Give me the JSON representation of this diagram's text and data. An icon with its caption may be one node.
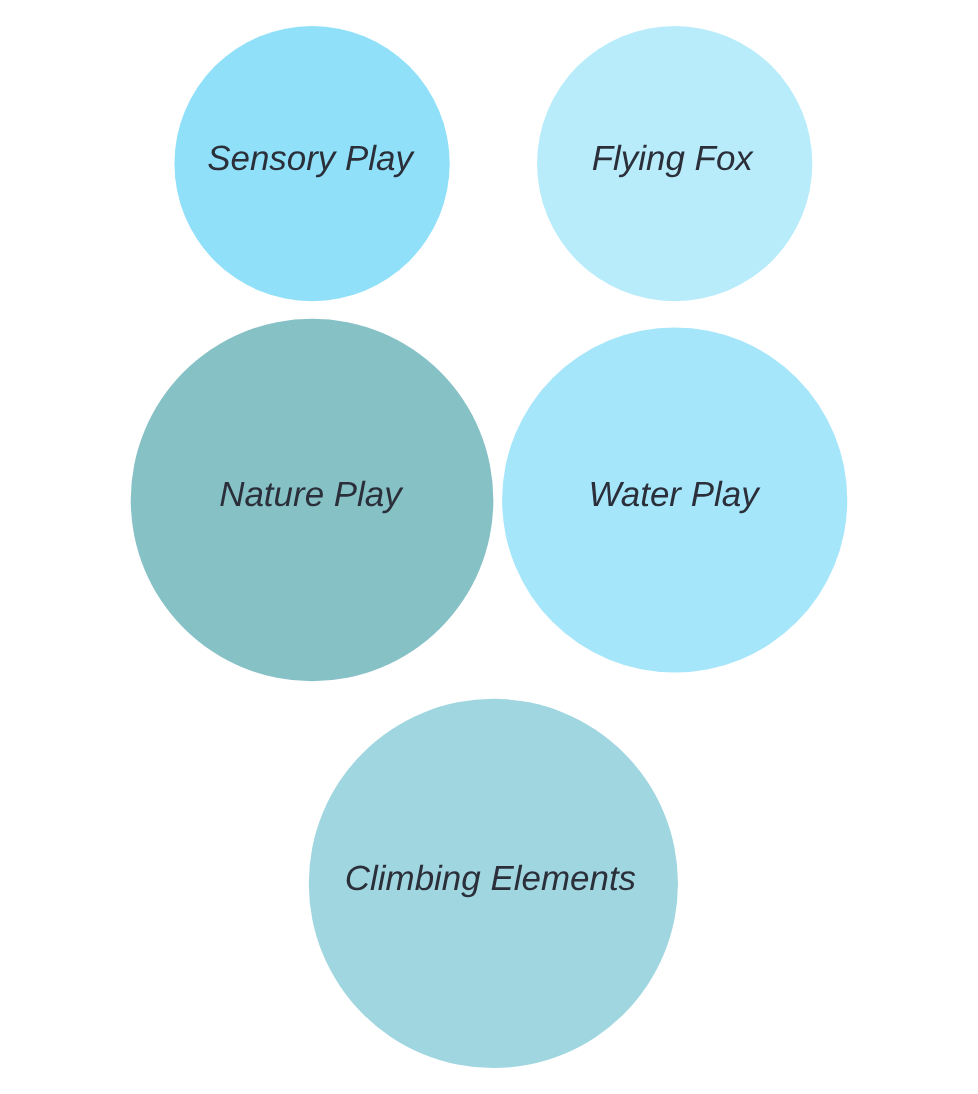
{
  "diagram": {
    "nodes": [
      {
        "text": [
          "Sensory Play"
        ]
      },
      {
        "text": [
          "Flying Fox"
        ]
      },
      {
        "text": [
          "Nature Play"
        ]
      },
      {
        "text": [
          "Water Play"
        ]
      },
      {
        "text": [
          "Climbing Elements"
        ]
      }
    ]
  }
}
